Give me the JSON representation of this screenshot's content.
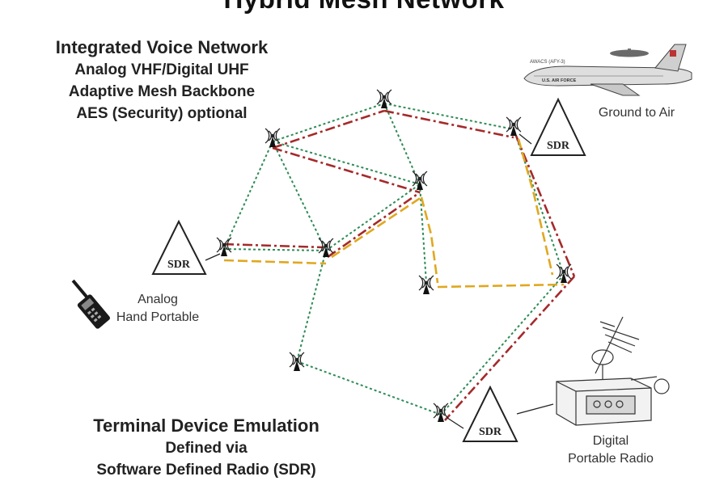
{
  "title": "Hybrid Mesh Network",
  "voice_network": {
    "heading": "Integrated Voice Network",
    "lines": [
      "Analog VHF/Digital UHF",
      "Adaptive Mesh Backbone",
      "AES (Security) optional"
    ]
  },
  "terminal_emulation": {
    "heading": "Terminal Device Emulation",
    "lines": [
      "Defined via",
      "Software Defined Radio (SDR)"
    ]
  },
  "sdr_label": "SDR",
  "labels": {
    "ground_to_air": "Ground to Air",
    "analog_hand_portable": [
      "Analog",
      "Hand Portable"
    ],
    "digital_portable_radio": [
      "Digital",
      "Portable Radio"
    ],
    "aircraft_marking": "AWACS (AFY-3)",
    "aircraft_side_text": "U.S. AIR FORCE"
  },
  "colors": {
    "green_link": "#2e8b57",
    "red_link": "#a52a2a",
    "yellow_link": "#e0a820",
    "ink": "#222222"
  }
}
